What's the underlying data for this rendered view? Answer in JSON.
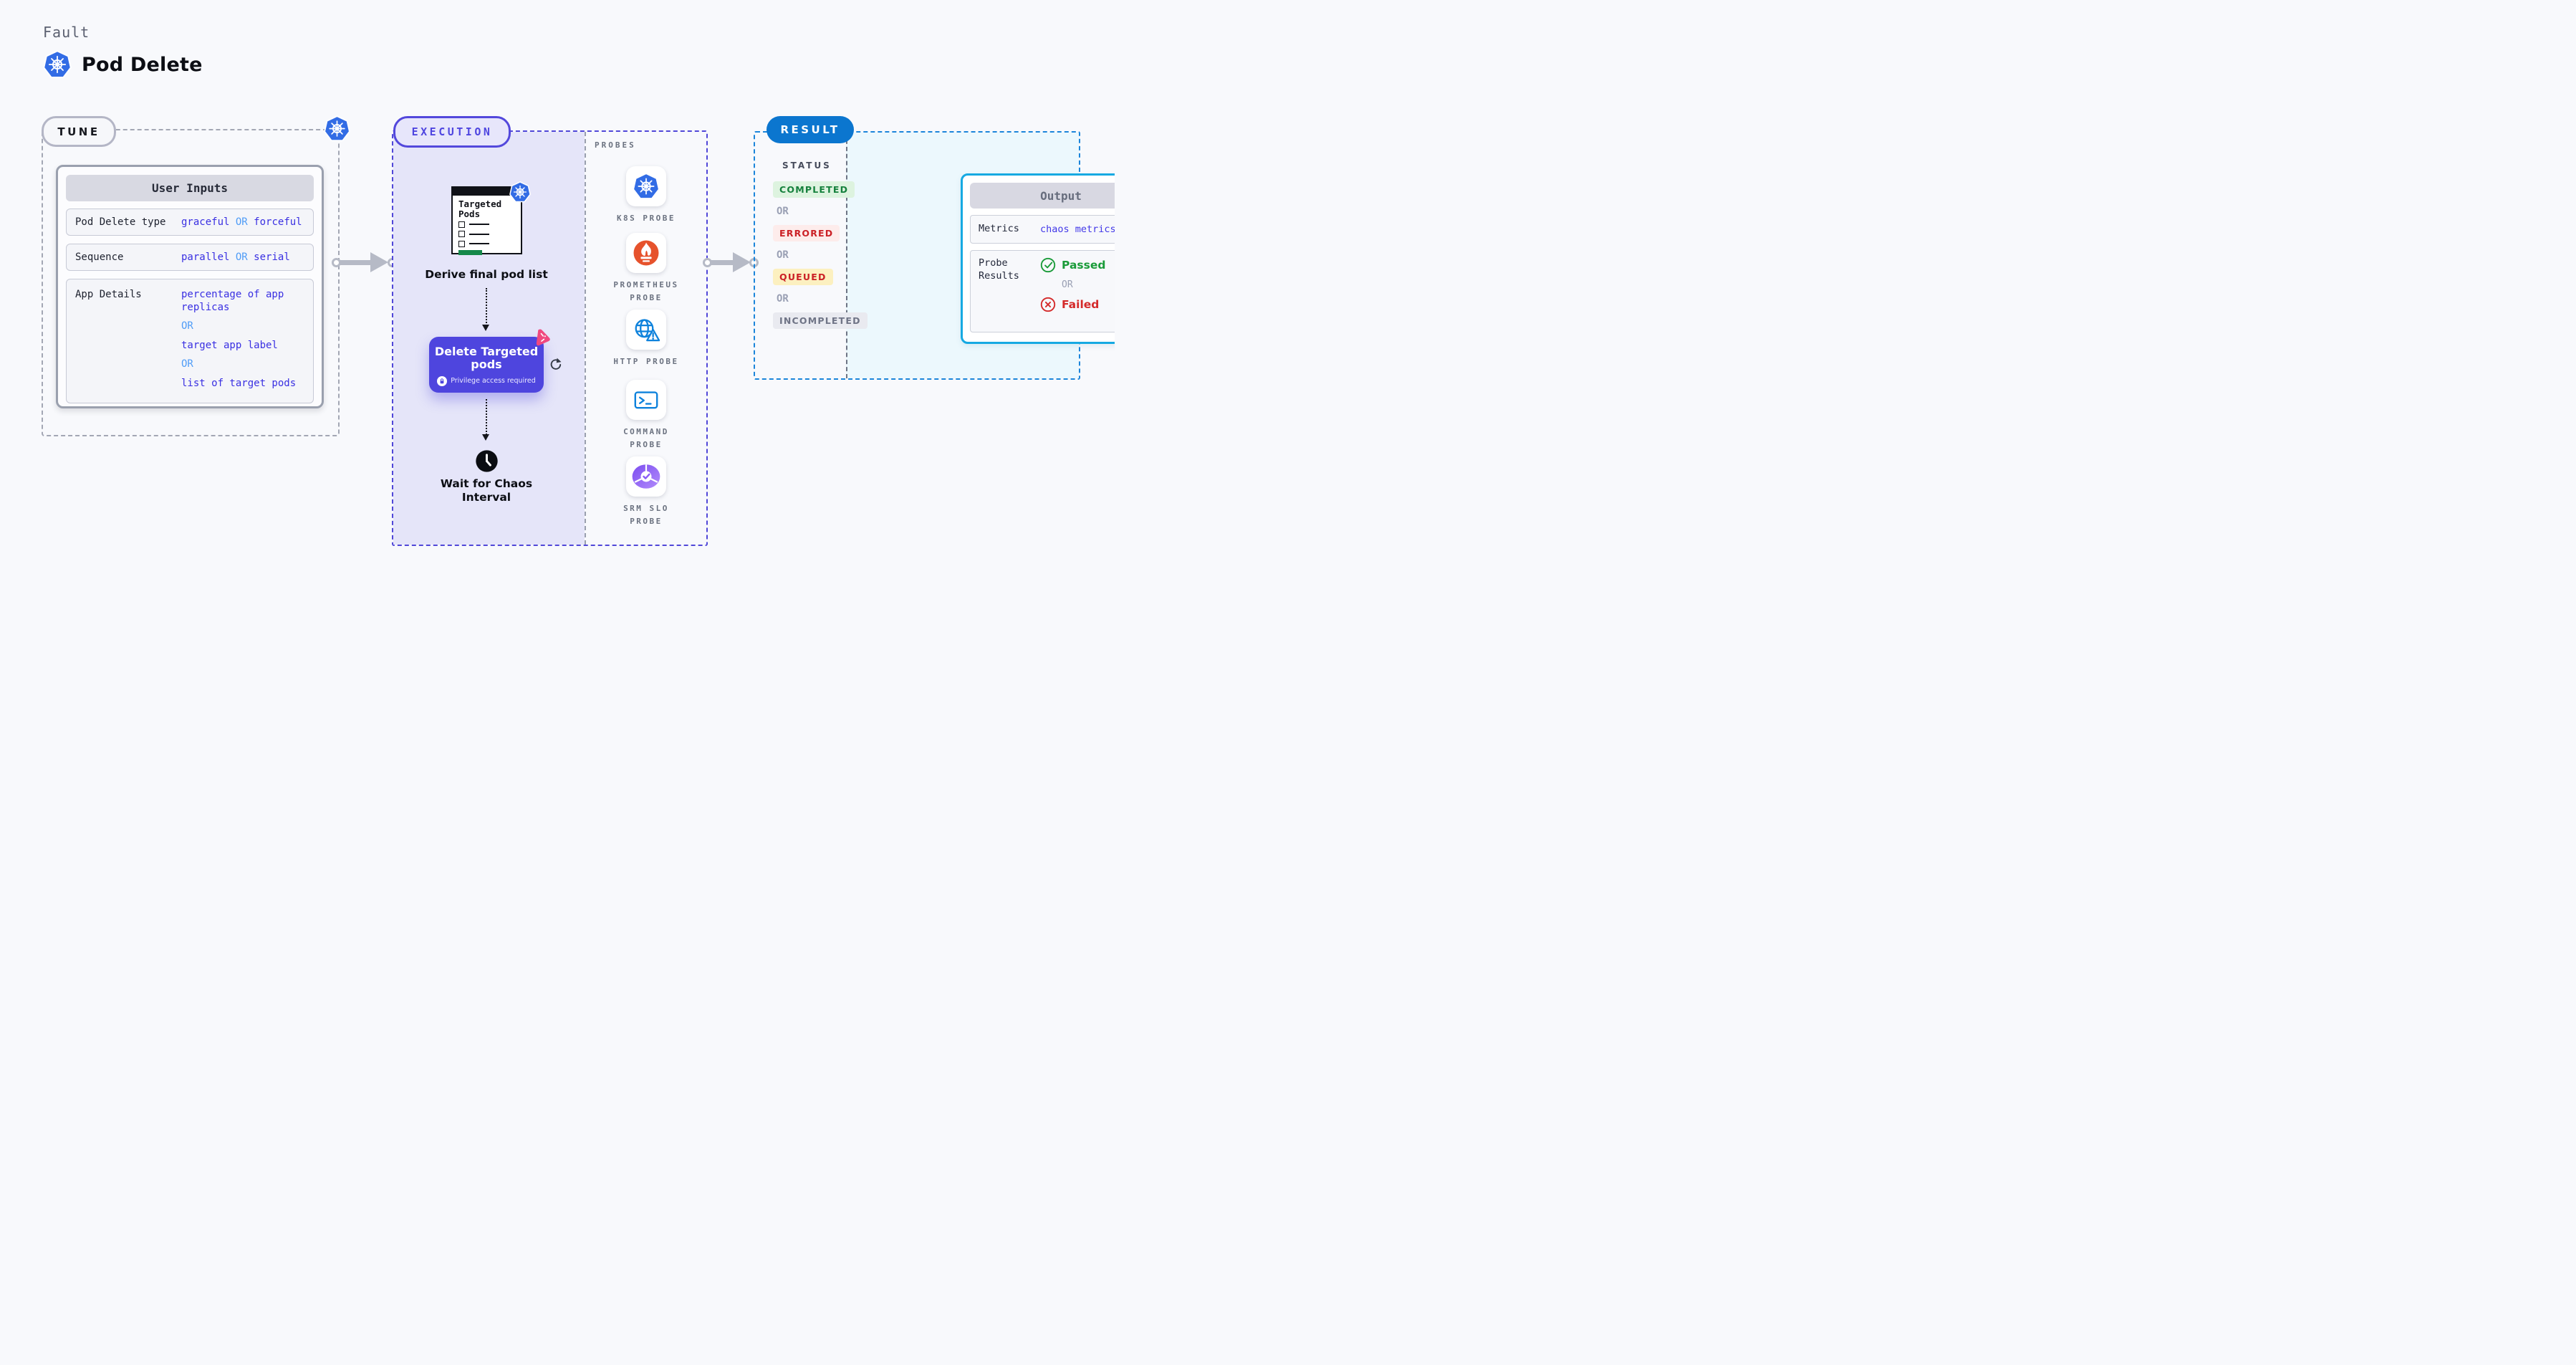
{
  "page": {
    "eyebrow": "Fault",
    "title": "Pod Delete"
  },
  "tune": {
    "label": "TUNE",
    "card_title": "User Inputs",
    "rows": [
      {
        "label": "Pod Delete type",
        "value": [
          "graceful",
          "OR",
          "forceful"
        ]
      },
      {
        "label": "Sequence",
        "value": [
          "parallel",
          "OR",
          "serial"
        ]
      },
      {
        "label": "App Details",
        "value": [
          "percentage of app replicas",
          "OR",
          "target app label",
          "OR",
          "list of target pods"
        ]
      }
    ]
  },
  "execution": {
    "label": "EXECUTION",
    "targeted_pods_title": "Targeted Pods",
    "derive_label": "Derive final pod list",
    "delete_card": {
      "title": "Delete Targeted pods",
      "privilege": "Privilege access required"
    },
    "wait_label": "Wait for Chaos Interval",
    "probes": {
      "title": "PROBES",
      "items": [
        {
          "icon": "kubernetes-icon",
          "label": "K8S PROBE"
        },
        {
          "icon": "prometheus-icon",
          "label": "PROMETHEUS PROBE"
        },
        {
          "icon": "http-globe-warning-icon",
          "label": "HTTP PROBE"
        },
        {
          "icon": "terminal-icon",
          "label": "COMMAND PROBE"
        },
        {
          "icon": "slo-pie-check-icon",
          "label": "SRM SLO PROBE"
        }
      ]
    }
  },
  "result": {
    "label": "RESULT",
    "status_title": "STATUS",
    "status_items": [
      {
        "text": "COMPLETED",
        "kind": "green"
      },
      {
        "text": "OR",
        "kind": "or"
      },
      {
        "text": "ERRORED",
        "kind": "red"
      },
      {
        "text": "OR",
        "kind": "or"
      },
      {
        "text": "QUEUED",
        "kind": "yellow"
      },
      {
        "text": "OR",
        "kind": "or"
      },
      {
        "text": "INCOMPLETED",
        "kind": "gray"
      }
    ],
    "output": {
      "title": "Output",
      "metrics_label": "Metrics",
      "metrics_value": "chaos metrics",
      "probe_results_label": "Probe Results",
      "passed": "Passed",
      "or": "OR",
      "failed": "Failed"
    }
  },
  "colors": {
    "kubernetes_blue": "#326ce5",
    "indigo_accent": "#4f46e0",
    "execution_bg": "#e5e5f9",
    "result_blue": "#0b76cf",
    "result_dash_blue": "#1b85da",
    "output_border_cyan": "#16a9e2",
    "output_area_bg": "#ecf8fd",
    "value_indigo": "#392fe2",
    "or_light_blue": "#4f9cf7",
    "completed_green": "#15803c",
    "completed_bg": "#ddf3df",
    "errored_red": "#cb2026",
    "errored_bg": "#fdeceb",
    "queued_bg": "#fcf0c0",
    "incompleted_gray": "#6f7486",
    "incompleted_bg": "#e9eaf0",
    "prometheus_orange": "#e6522c",
    "http_blue": "#0e82dc",
    "srm_purple": "#8b5cf6",
    "chaos_pink": "#f0487f",
    "passed_green": "#1a9b39",
    "failed_red": "#d42a2a",
    "arrow_gray": "#b6bac6",
    "delete_card_indigo": "#4e45de",
    "targeted_green": "#15884a"
  }
}
